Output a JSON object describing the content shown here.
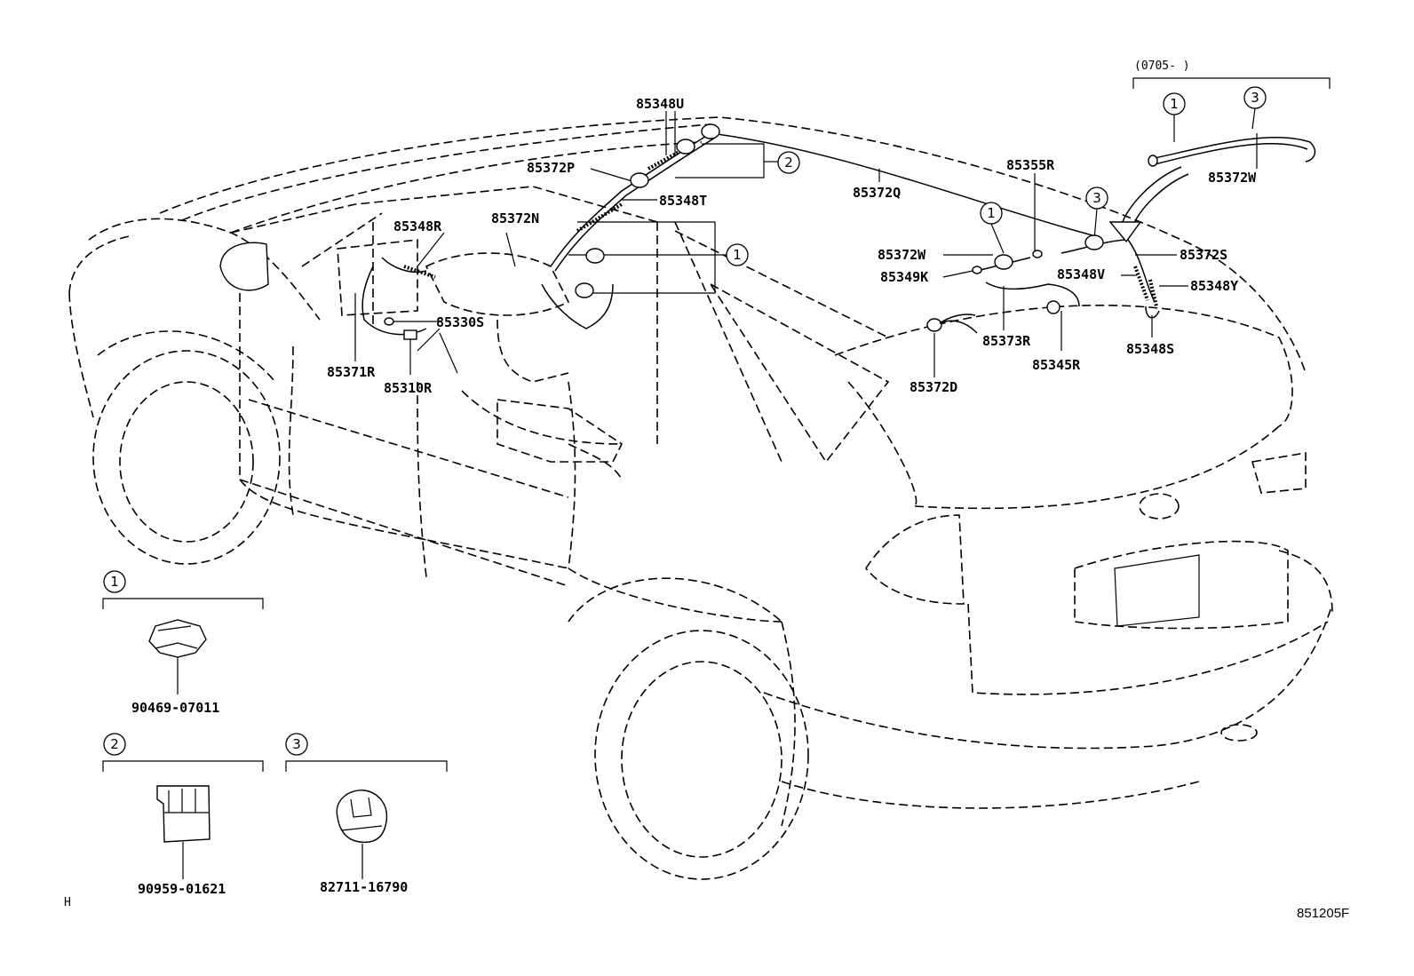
{
  "diagram_id": "851205F",
  "corner_mark": "H",
  "date_range": "(0705-        )",
  "callouts": [
    "1",
    "2",
    "3"
  ],
  "labels": {
    "p85348U": "85348U",
    "p85372P": "85372P",
    "p85348T": "85348T",
    "p85348R": "85348R",
    "p85372N": "85372N",
    "p85372Q": "85372Q",
    "p85330S": "85330S",
    "p85371R": "85371R",
    "p85310R": "85310R",
    "p85355R": "85355R",
    "p85372W_a": "85372W",
    "p85349K": "85349K",
    "p85372S": "85372S",
    "p85348V": "85348V",
    "p85348Y": "85348Y",
    "p85373R": "85373R",
    "p85345R": "85345R",
    "p85348S": "85348S",
    "p85372D": "85372D",
    "p85372W_b": "85372W"
  },
  "legend": [
    {
      "callout": "1",
      "part": "90469-07011"
    },
    {
      "callout": "2",
      "part": "90959-01621"
    },
    {
      "callout": "3",
      "part": "82711-16790"
    }
  ]
}
